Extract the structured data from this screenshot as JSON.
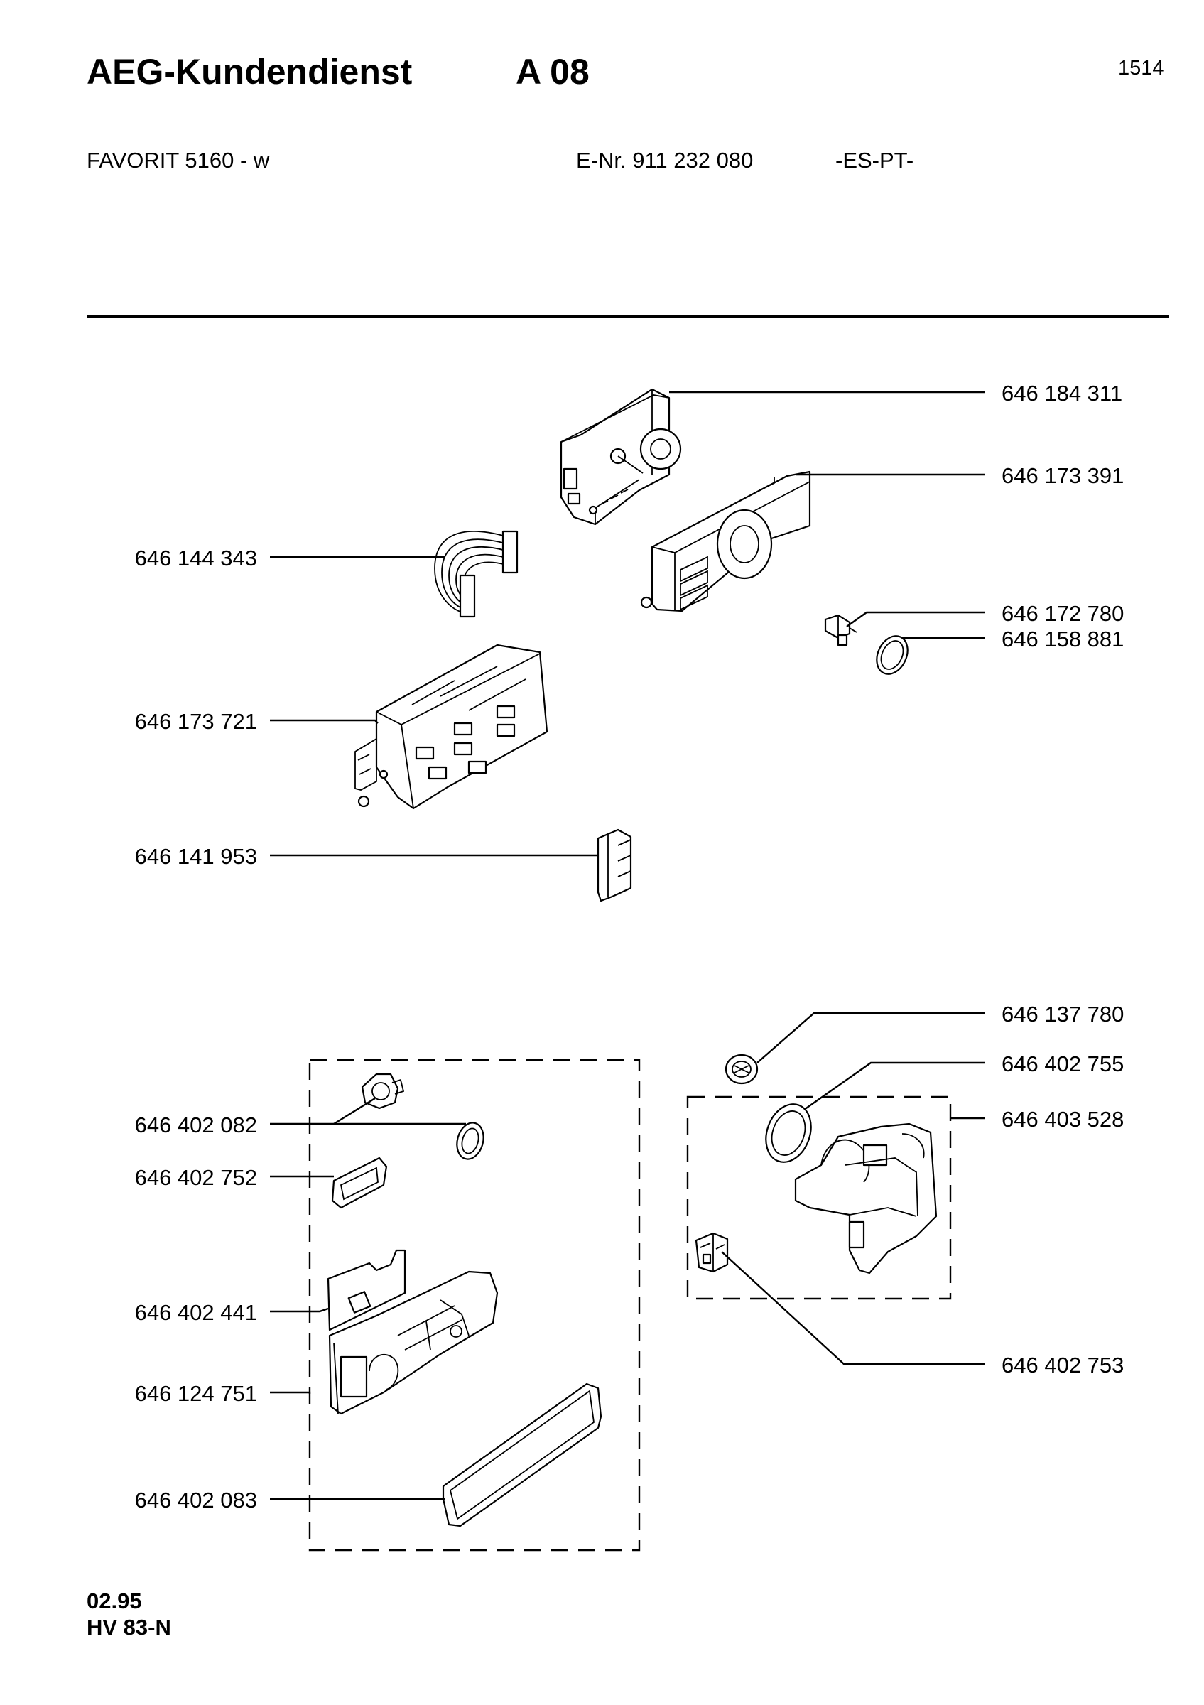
{
  "header": {
    "title": "AEG-Kundendienst",
    "section": "A 08",
    "page_number": "1514",
    "model": "FAVORIT 5160 - w",
    "e_nr": "E-Nr. 911 232 080",
    "region": "-ES-PT-"
  },
  "footer": {
    "date": "02.95",
    "doc_code": "HV 83-N"
  },
  "parts": [
    "646 184 311",
    "646 173 391",
    "646 144 343",
    "646 172 780",
    "646 158 881",
    "646 173 721",
    "646 141 953",
    "646 137 780",
    "646 402 755",
    "646 402 082",
    "646 403 528",
    "646 402 752",
    "646 402 441",
    "646 124 751",
    "646 402 083",
    "646 402 753"
  ]
}
